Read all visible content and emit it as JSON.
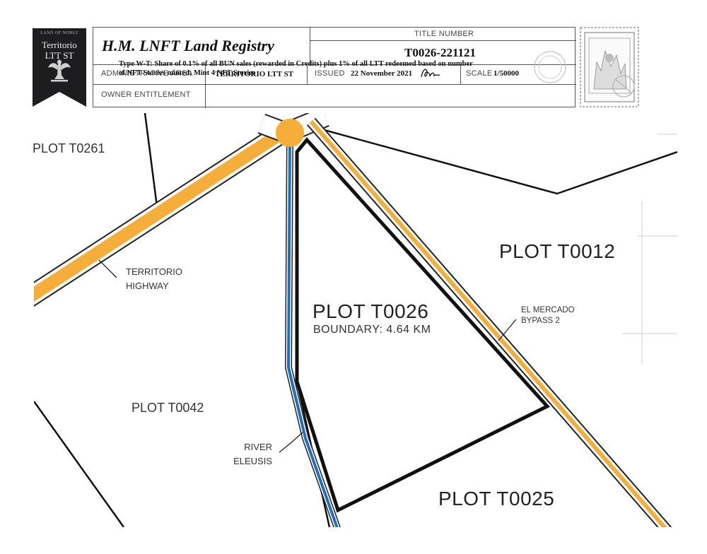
{
  "header": {
    "badge": {
      "top_text": "LAND OF NOBLE",
      "title_line1": "Territorio",
      "title_line2": "LTT ST",
      "emblem_icon": "eagle-emblem-icon",
      "background_color": "#1d1d1f"
    },
    "registry_title": "H.M. LNFT Land Registry",
    "title_number_label": "TITLE NUMBER",
    "title_number": "T0026-221121",
    "admin_area_label": "ADMINISTRATIVE AREA",
    "admin_area": "TERRITORIO LTT ST",
    "issued_label": "ISSUED",
    "issued_date": "22 November 2021",
    "signature_icon": "signature-icon",
    "scale_label": "SCALE",
    "scale": "1/50000",
    "owner_label": "OWNER ENTITLEMENT",
    "owner_entitlement": "Type W-T: Share of 0.1% of all BUN sales (rewarded in Credits) plus 1% of all LTT redeemed based on number of NFT Stories minted; Mint 4 NFT Stories",
    "stamp_icon": "postage-stamp-icon"
  },
  "map": {
    "colors": {
      "highway": "#f6ae3a",
      "river": "#1f6fbf",
      "boundary": "#111111",
      "road_outline": "#222222"
    },
    "plots": {
      "t0261": "PLOT T0261",
      "t0012": "PLOT T0012",
      "t0026": "PLOT T0026",
      "t0026_boundary": "BOUNDARY: 4.64 KM",
      "t0042": "PLOT T0042",
      "t0025": "PLOT T0025"
    },
    "features": {
      "highway_line1": "TERRITORIO",
      "highway_line2": "HIGHWAY",
      "bypass_line1": "EL MERCADO",
      "bypass_line2": "BYPASS 2",
      "river_line1": "RIVER",
      "river_line2": "ELEUSIS"
    }
  }
}
